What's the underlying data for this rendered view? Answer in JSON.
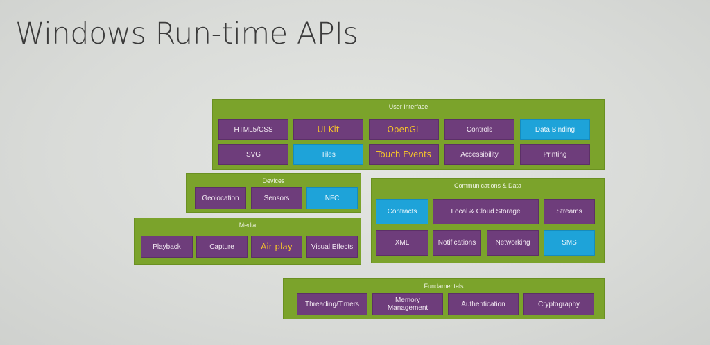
{
  "title": "Windows Run-time APIs",
  "colors": {
    "group": "#7ba32b",
    "tile_default": "#6e3d7b",
    "tile_highlight": "#1ea3d9",
    "annotation": "#f5c22b"
  },
  "groups": {
    "user_interface": {
      "label": "User Interface",
      "items": [
        "HTML5/CSS",
        "UI Kit",
        "OpenGL",
        "Controls",
        "Data Binding",
        "SVG",
        "Tiles",
        "Touch Events",
        "Accessibility",
        "Printing"
      ]
    },
    "devices": {
      "label": "Devices",
      "items": [
        "Geolocation",
        "Sensors",
        "NFC"
      ]
    },
    "communications": {
      "label": "Communications & Data",
      "items": [
        "Contracts",
        "Local & Cloud Storage",
        "Streams",
        "XML",
        "Notifications",
        "Networking",
        "SMS"
      ]
    },
    "media": {
      "label": "Media",
      "items": [
        "Playback",
        "Capture",
        "Air play",
        "Visual Effects"
      ]
    },
    "fundamentals": {
      "label": "Fundamentals",
      "items": [
        "Threading/Timers",
        "Memory Management",
        "Authentication",
        "Cryptography"
      ]
    }
  }
}
